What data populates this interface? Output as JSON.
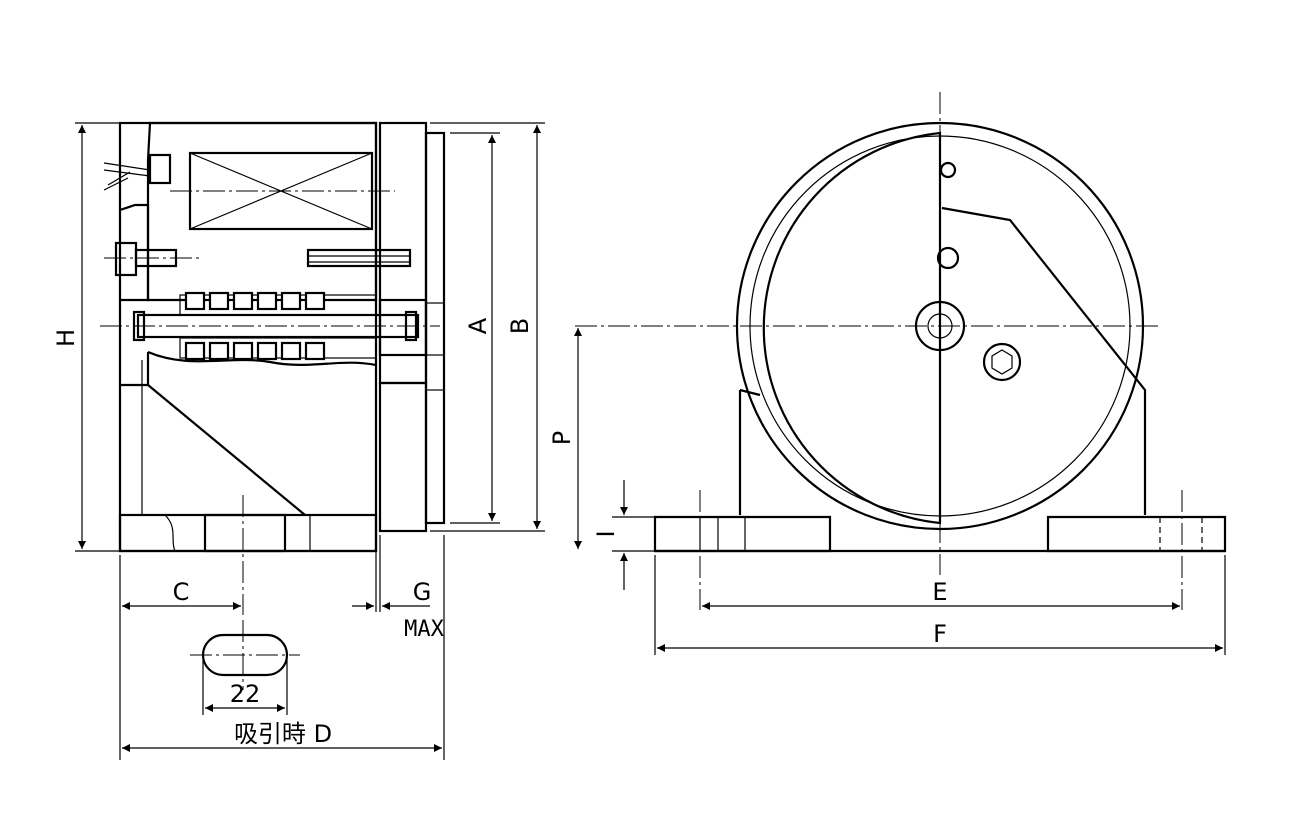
{
  "labels": {
    "H": "H",
    "A": "A",
    "B": "B",
    "C": "C",
    "G": "G",
    "MAX": "MAX",
    "slot_width": "22",
    "D": "吸引時 D",
    "P": "P",
    "I": "I",
    "E": "E",
    "F": "F"
  },
  "colors": {
    "line": "#000000",
    "background": "#ffffff"
  }
}
